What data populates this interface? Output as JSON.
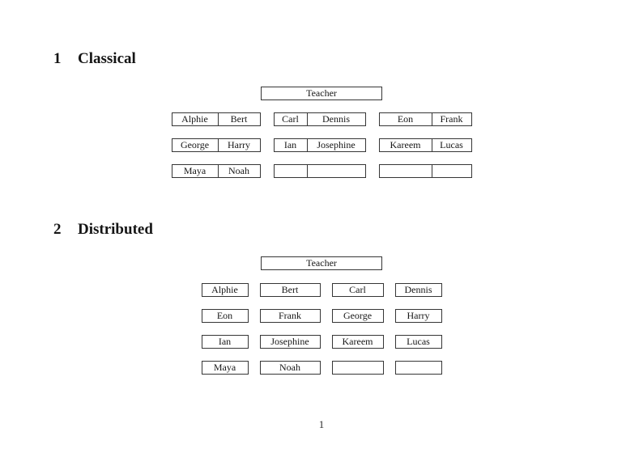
{
  "page_number": "1",
  "sections": [
    {
      "number": "1",
      "title": "Classical",
      "teacher_label": "Teacher",
      "desk_rows": [
        [
          {
            "seats": [
              "Alphie",
              "Bert"
            ]
          },
          {
            "seats": [
              "Carl",
              "Dennis"
            ]
          },
          {
            "seats": [
              "Eon",
              "Frank"
            ]
          }
        ],
        [
          {
            "seats": [
              "George",
              "Harry"
            ]
          },
          {
            "seats": [
              "Ian",
              "Josephine"
            ]
          },
          {
            "seats": [
              "Kareem",
              "Lucas"
            ]
          }
        ],
        [
          {
            "seats": [
              "Maya",
              "Noah"
            ]
          },
          {
            "seats": [
              "",
              ""
            ]
          },
          {
            "seats": [
              "",
              ""
            ]
          }
        ]
      ]
    },
    {
      "number": "2",
      "title": "Distributed",
      "teacher_label": "Teacher",
      "desk_rows": [
        [
          "Alphie",
          "Bert",
          "Carl",
          "Dennis"
        ],
        [
          "Eon",
          "Frank",
          "George",
          "Harry"
        ],
        [
          "Ian",
          "Josephine",
          "Kareem",
          "Lucas"
        ],
        [
          "Maya",
          "Noah",
          "",
          ""
        ]
      ]
    }
  ]
}
